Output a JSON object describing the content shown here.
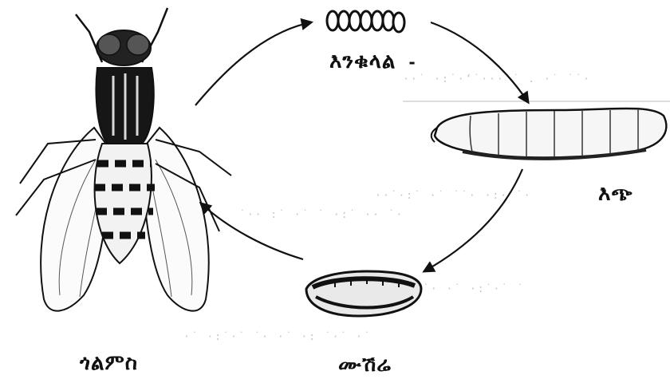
{
  "diagram": {
    "stages": [
      {
        "id": "egg",
        "label": "እንቁላል"
      },
      {
        "id": "larva",
        "label": "እጭ"
      },
      {
        "id": "pupa",
        "label": "ሙሽሬ"
      },
      {
        "id": "adult",
        "label": "ጎልምስ"
      }
    ],
    "egg_dash": "-",
    "colors": {
      "ink": "#111111",
      "paper": "#ffffff"
    }
  }
}
